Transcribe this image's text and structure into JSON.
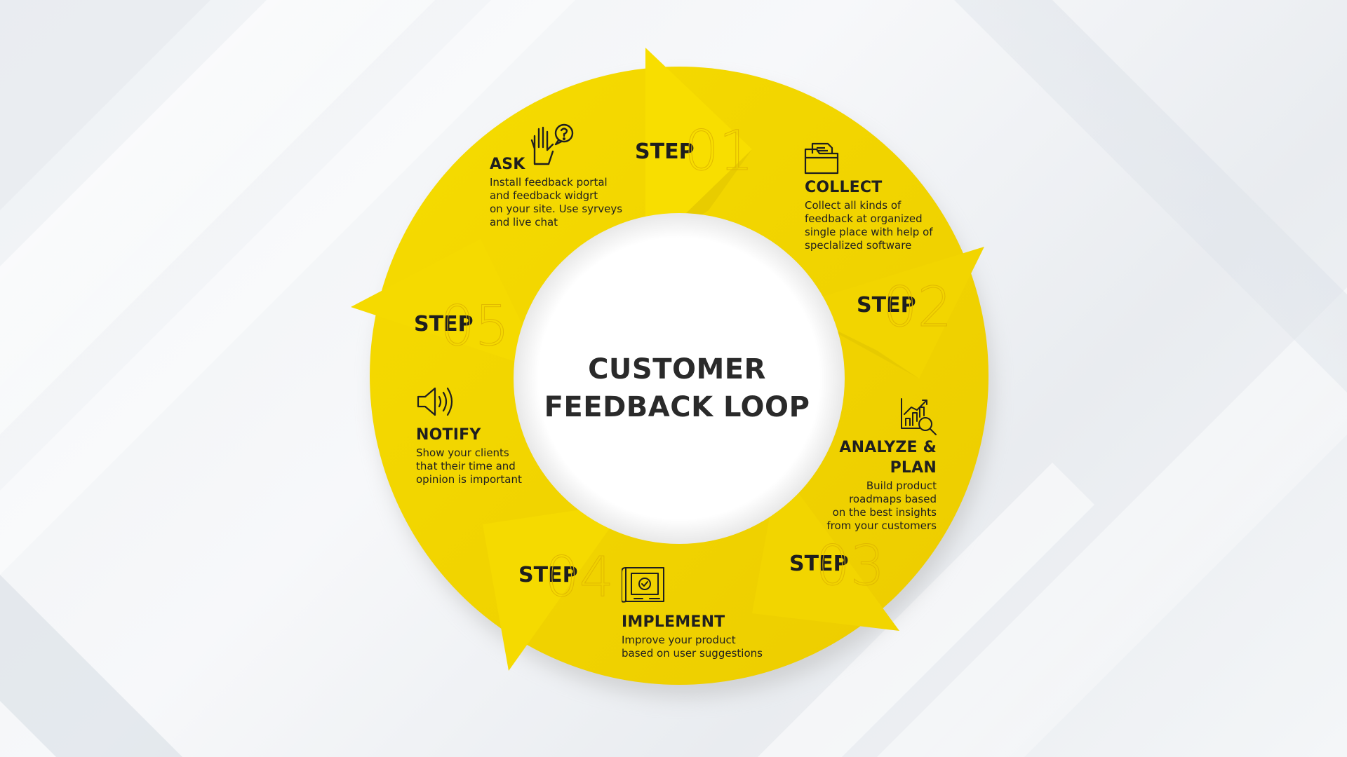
{
  "title": "CUSTOMER\nFEEDBACK LOOP",
  "step_word": "STEP",
  "colors": {
    "ring": "#f1d400",
    "ring_dark": "#e0c300",
    "text": "#1f1f1f",
    "number_outline": "#e0b800",
    "background": "#eef1f4"
  },
  "steps": [
    {
      "number": "01",
      "title": "ASK",
      "description": "Install feedback portal\nand feedback widgrt\non your site. Use syrveys\nand live chat",
      "icon": "hand-question-icon"
    },
    {
      "number": "02",
      "title": "COLLECT",
      "description": "Collect all kinds of\nfeedback at organized\nsingle place with help of\nspeclalized software",
      "icon": "folder-documents-icon"
    },
    {
      "number": "03",
      "title": "ANALYZE &\nPLAN",
      "description": "Build product\nroadmaps based\non the best insights\nfrom your customers",
      "icon": "chart-magnifier-icon"
    },
    {
      "number": "04",
      "title": "IMPLEMENT",
      "description": "Improve your product\nbased on user suggestions",
      "icon": "blueprint-check-icon"
    },
    {
      "number": "05",
      "title": "NOTIFY",
      "description": "Show your clients\nthat their time and\nopinion is important",
      "icon": "speaker-icon"
    }
  ]
}
